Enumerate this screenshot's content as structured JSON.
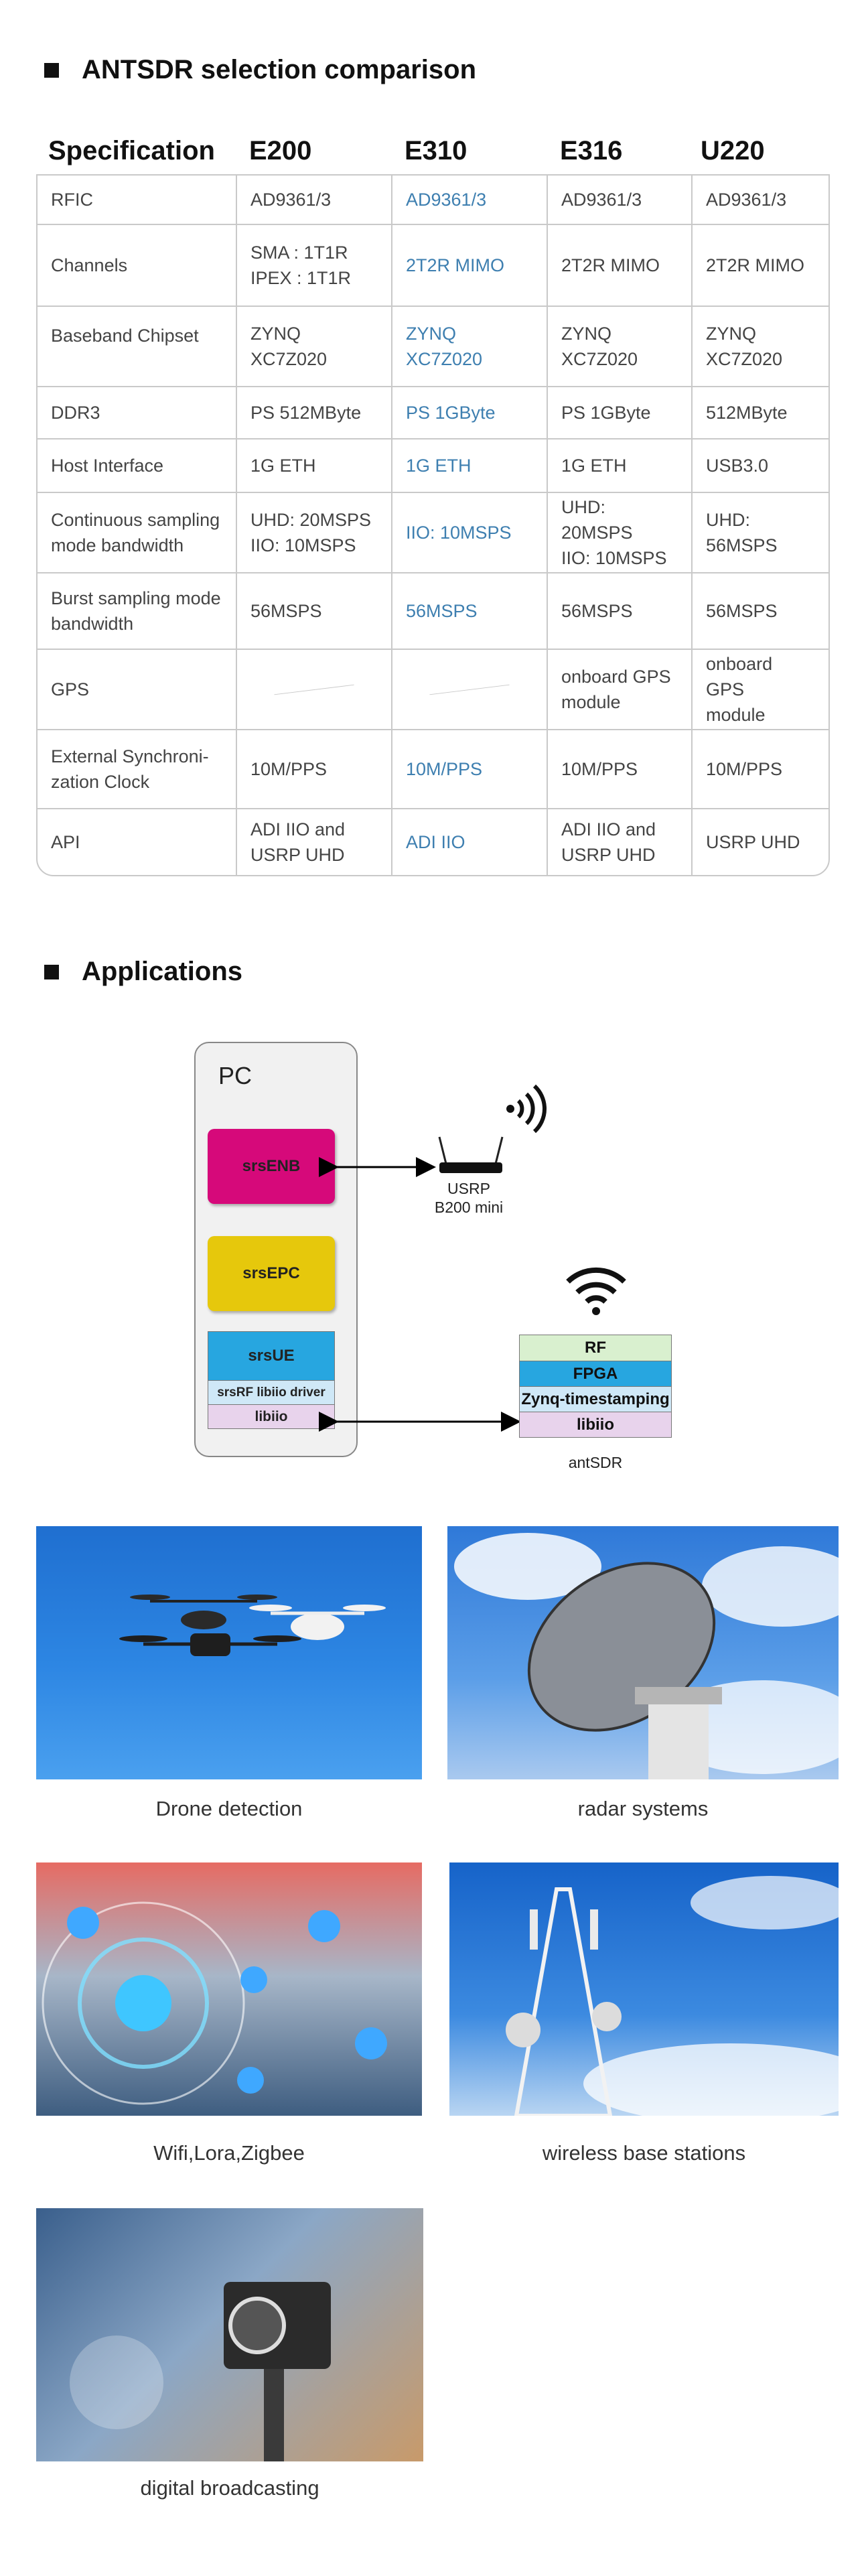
{
  "comparison": {
    "title": "ANTSDR selection comparison",
    "headers": [
      "Specification",
      "E200",
      "E310",
      "E316",
      "U220"
    ],
    "rows": [
      {
        "spec": "RFIC",
        "e200": "AD9361/3",
        "e310": "AD9361/3",
        "e316": "AD9361/3",
        "u220": "AD9361/3"
      },
      {
        "spec": "Channels",
        "e200": "SMA : 1T1R\nIPEX : 1T1R",
        "e310": "2T2R MIMO",
        "e316": "2T2R MIMO",
        "u220": "2T2R MIMO"
      },
      {
        "spec": "Baseband Chipset",
        "e200": "ZYNQ XC7Z020",
        "e310": "ZYNQ XC7Z020",
        "e316": "ZYNQ XC7Z020",
        "u220": "ZYNQ XC7Z020"
      },
      {
        "spec": "DDR3",
        "e200": "PS 512MByte",
        "e310": "PS 1GByte",
        "e316": "PS 1GByte",
        "u220": "512MByte"
      },
      {
        "spec": "Host Interface",
        "e200": "1G ETH",
        "e310": "1G ETH",
        "e316": "1G ETH",
        "u220": "USB3.0"
      },
      {
        "spec": "Continuous sampling\nmode bandwidth",
        "e200": "UHD: 20MSPS\nIIO: 10MSPS",
        "e310": "IIO: 10MSPS",
        "e316": "UHD: 20MSPS\nIIO: 10MSPS",
        "u220": "UHD: 56MSPS"
      },
      {
        "spec": "Burst  sampling mode\nbandwidth",
        "e200": "56MSPS",
        "e310": "56MSPS",
        "e316": "56MSPS",
        "u220": "56MSPS"
      },
      {
        "spec": "GPS",
        "e200": "",
        "e310": "",
        "e316": "onboard GPS\nmodule",
        "u220": "onboard GPS\nmodule"
      },
      {
        "spec": "External  Synchroni-\nzation Clock",
        "e200": "10M/PPS",
        "e310": "10M/PPS",
        "e316": "10M/PPS",
        "u220": "10M/PPS"
      },
      {
        "spec": "API",
        "e200": "ADI IIO and\nUSRP UHD",
        "e310": "ADI IIO",
        "e316": "ADI IIO and\nUSRP UHD",
        "u220": "USRP UHD"
      }
    ]
  },
  "applications": {
    "title": "Applications",
    "diagram": {
      "pc_label": "PC",
      "srsenb": "srsENB",
      "srsepc": "srsEPC",
      "srsue": "srsUE",
      "driver": "srsRF libiio driver",
      "libiio": "libiio",
      "usrp_label": "USRP\nB200 mini",
      "ant_rf": "RF",
      "ant_fpga": "FPGA",
      "ant_ts": "Zynq-timestamping",
      "ant_libiio": "libiio",
      "ant_label": "antSDR"
    },
    "captions": {
      "drone": "Drone detection",
      "radar": "radar systems",
      "wifi": "Wifi,Lora,Zigbee",
      "base": "wireless base stations",
      "broadcast": "digital broadcasting"
    }
  },
  "colors": {
    "srsenb": "#d6097a",
    "srsepc": "#e6c80c",
    "srsue": "#27a6e0",
    "driver": "#cfe8f7",
    "libiio": "#e8d3ec",
    "rf": "#d9f0cf",
    "fpga": "#27a6e0",
    "timestamp": "#cfe8f7",
    "highlight": "#3e7fb0"
  }
}
